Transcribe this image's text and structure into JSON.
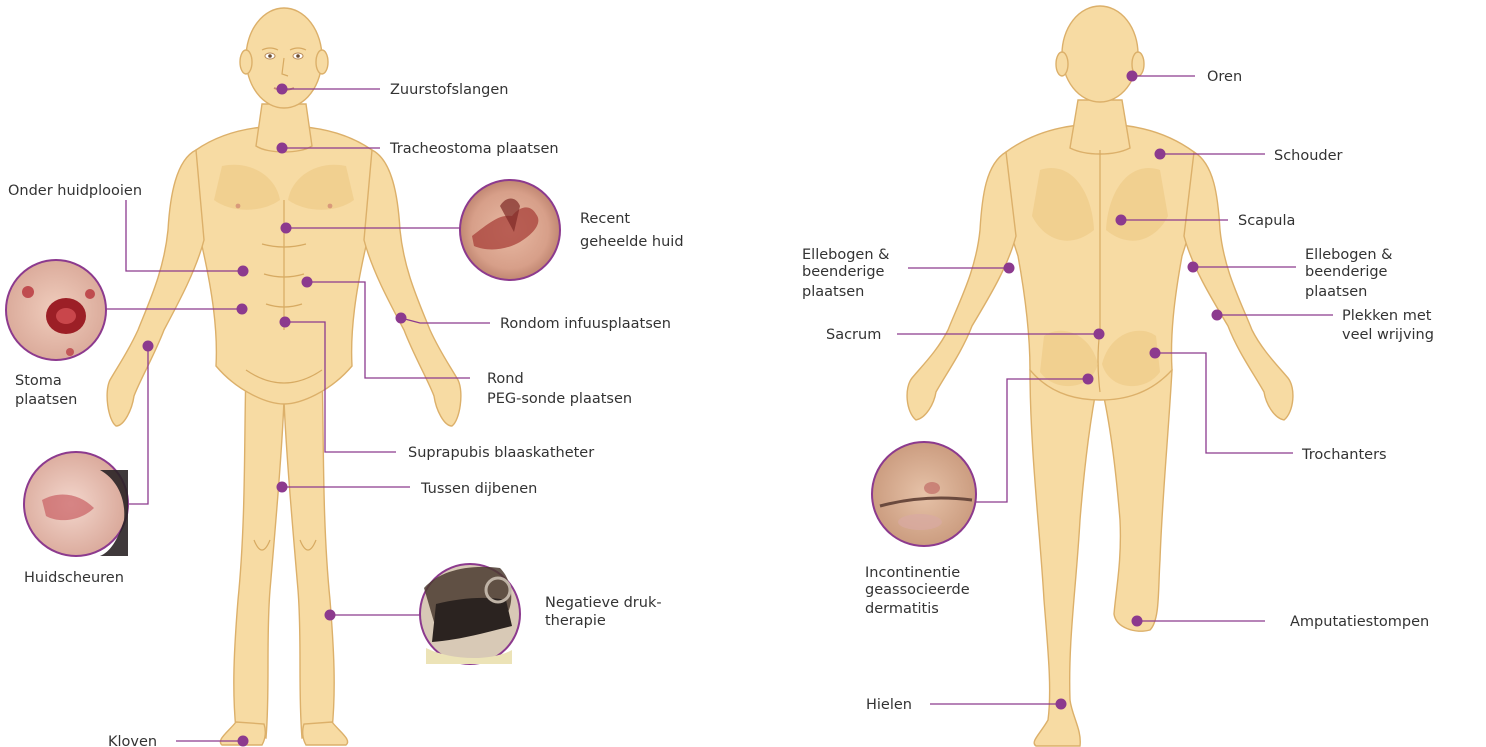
{
  "front_labels": {
    "zuurstofslangen": "Zuurstofslangen",
    "tracheostoma": "Tracheostoma plaatsen",
    "onder_huidplooien": "Onder huidplooien",
    "recent_1": "Recent",
    "recent_2": "geheelde huid",
    "rondom_infuus": "Rondom infuusplaatsen",
    "rond_peg_1": "Rond",
    "rond_peg_2": "PEG-sonde plaatsen",
    "stoma_1": "Stoma",
    "stoma_2": "plaatsen",
    "suprapubis": "Suprapubis blaaskatheter",
    "tussen_dijbenen": "Tussen dijbenen",
    "huidscheuren": "Huidscheuren",
    "negatieve_1": "Negatieve druk-",
    "negatieve_2": "therapie",
    "kloven": "Kloven"
  },
  "back_labels": {
    "oren": "Oren",
    "schouder": "Schouder",
    "scapula": "Scapula",
    "ellebogen_left_1": "Ellebogen &",
    "ellebogen_left_2": "beenderige",
    "ellebogen_left_3": "plaatsen",
    "ellebogen_right_1": "Ellebogen &",
    "ellebogen_right_2": "beenderige",
    "ellebogen_right_3": "plaatsen",
    "plekken_1": "Plekken met",
    "plekken_2": "veel wrijving",
    "sacrum": "Sacrum",
    "trochanters": "Trochanters",
    "incontinentie_1": "Incontinentie",
    "incontinentie_2": "geassocieerde",
    "incontinentie_3": "dermatitis",
    "amputatiestompen": "Amputatiestompen",
    "hielen": "Hielen"
  },
  "colors": {
    "marker": "#8c3a8e",
    "skin": "#f7dba3",
    "skin_outline": "#dcb06a",
    "text": "#333333"
  },
  "icons": {
    "marker": "location-dot-icon",
    "photos": [
      "wound-photo-recent-healed",
      "wound-photo-stoma",
      "wound-photo-skin-tear",
      "wound-photo-negative-pressure",
      "wound-photo-incontinence-dermatitis"
    ]
  }
}
